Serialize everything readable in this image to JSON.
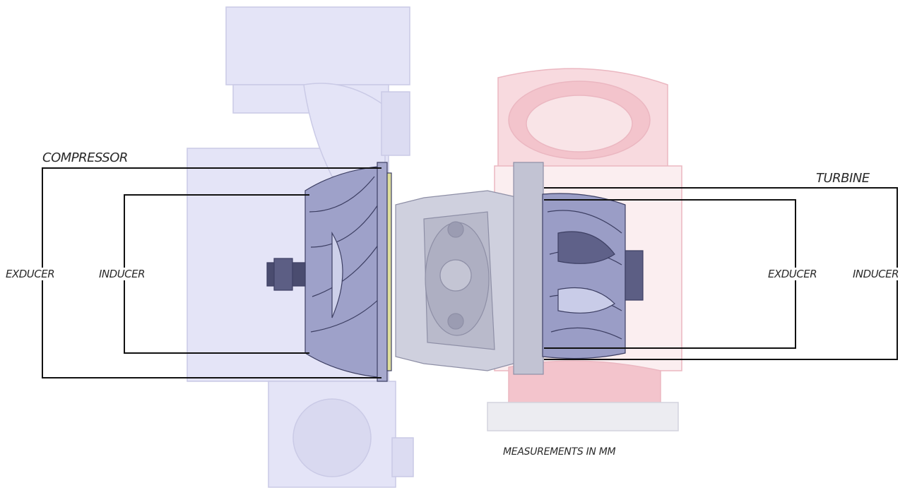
{
  "labels": {
    "compressor_title": "COMPRESSOR",
    "compressor_exducer": "EXDUCER",
    "compressor_inducer": "INDUCER",
    "turbine_title": "TURBINE",
    "turbine_exducer": "EXDUCER",
    "turbine_inducer": "INDUCER",
    "measurement_note": "MEASUREMENTS IN MM"
  },
  "colors": {
    "compressor_housing": "#e2e2f6",
    "compressor_housing_edge": "#c9c9e6",
    "turbine_housing": "#f6d9de",
    "turbine_housing_edge": "#eab6c0",
    "wheel": "#9ea0c8",
    "wheel_dark": "#5d5f86",
    "center_housing": "#cfcfdc",
    "dimension_line": "#111111"
  }
}
